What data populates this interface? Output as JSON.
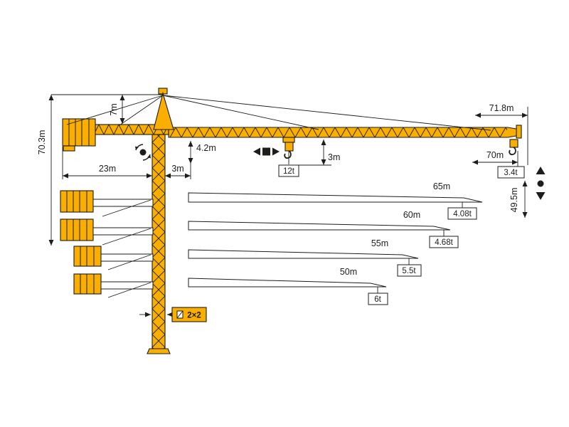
{
  "colors": {
    "crane": "#F9AE00",
    "outline": "#1d1d1b",
    "box-bg": "#ffffff"
  },
  "labels": {
    "overall_height": "70.3m",
    "tower_head_height": "7m",
    "counter_jib_radius": "23m",
    "rear_clearance": "3m",
    "jib_foot_depth": "4.2m",
    "hook_offset": "3m",
    "max_capacity": "12t",
    "max_radius": "71.8m",
    "jib_length": "70m",
    "tip_capacity": "3.4t",
    "hook_height": "49.5m",
    "mast_section": "2×2"
  },
  "jib_variants": [
    {
      "length": "65m",
      "tip_load": "4.08t"
    },
    {
      "length": "60m",
      "tip_load": "4.68t"
    },
    {
      "length": "55m",
      "tip_load": "5.5t"
    },
    {
      "length": "50m",
      "tip_load": "6t"
    }
  ],
  "icons": {
    "slewing": "rotation-arrows-around-dot",
    "trolley_travel": "left-right-arrows-with-square",
    "hoist": "up-down-arrows-with-dot",
    "mast_section": "section-plate"
  }
}
